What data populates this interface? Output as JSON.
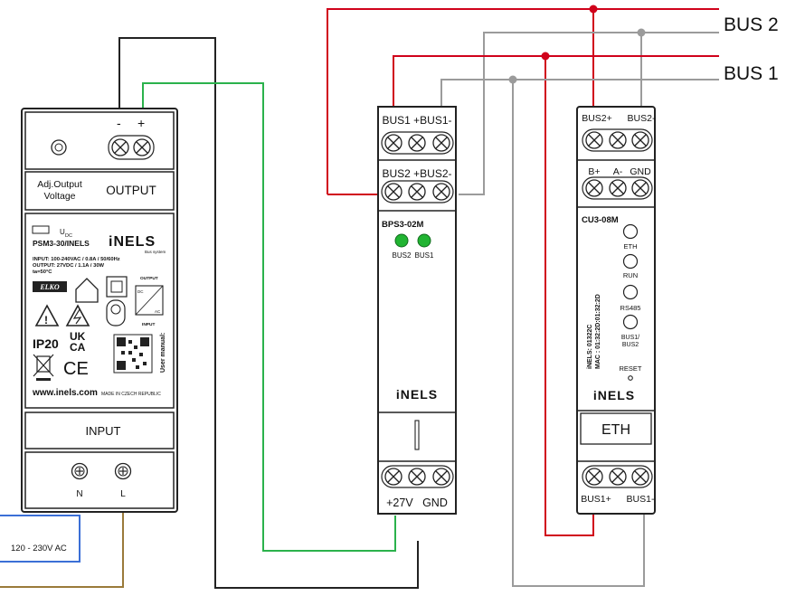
{
  "bus_labels": {
    "bus2": "BUS 2",
    "bus1": "BUS 1"
  },
  "colors": {
    "red": "#d0021b",
    "gray": "#9b9b9b",
    "green": "#2bb24c",
    "black": "#222222",
    "blue": "#3b6fd6",
    "brown": "#9a7a3a",
    "led": "#21b432"
  },
  "psu": {
    "output_polarity": {
      "minus": "-",
      "plus": "+"
    },
    "adj_output": "Adj.Output",
    "voltage": "Voltage",
    "output": "OUTPUT",
    "udc": "U",
    "udc_sub": "DC",
    "model": "PSM3-30/INELS",
    "logo": "iNELS",
    "logo_sub": "Bus system",
    "input_spec": "INPUT: 100-240VAC / 0.8A / 50/60Hz",
    "output_spec": "OUTPUT: 27VDC / 1.1A / 30W",
    "ta": "ta=50°C",
    "elko": "ELKO",
    "ip": "IP20",
    "ukca_1": "UK",
    "ukca_2": "CA",
    "ce": "CE",
    "web": "www.inels.com",
    "made": "MADE IN CZECH REPUBLIC",
    "manual": "User manual:",
    "schem_output": "OUTPUT",
    "schem_input": "INPUT",
    "schem_dc": "DC",
    "schem_ac": "AC",
    "input": "INPUT",
    "n": "N",
    "l": "L",
    "supply": "120 - 230V AC"
  },
  "bps": {
    "top1": "BUS1 +BUS1-",
    "top2": "BUS2 +BUS2-",
    "model": "BPS3-02M",
    "led_bus2": "BUS2",
    "led_bus1": "BUS1",
    "logo": "iNELS",
    "bottom": "+27V   GND"
  },
  "cu": {
    "bus2p": "BUS2+",
    "bus2m": "BUS2-",
    "bp": "B+",
    "am": "A-",
    "gnd": "GND",
    "model": "CU3-08M",
    "eth": "ETH",
    "run": "RUN",
    "rs485": "RS485",
    "bus12_a": "BUS1/",
    "bus12_b": "BUS2",
    "reset": "RESET",
    "id1": "iNELS: 01322C",
    "id2": "MAC : 01:32:2D:01:32:2D",
    "logo": "iNELS",
    "eth_label": "ETH",
    "bus1p": "BUS1+",
    "bus1m": "BUS1-"
  }
}
